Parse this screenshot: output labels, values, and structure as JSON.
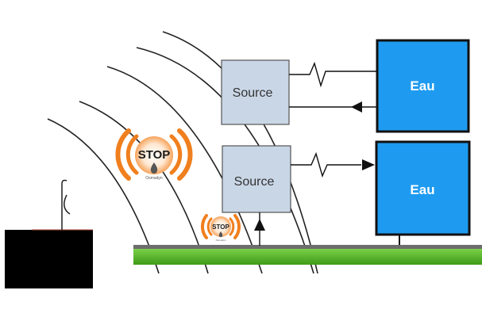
{
  "diagram": {
    "sources": [
      {
        "label": "Source"
      },
      {
        "label": "Source"
      }
    ],
    "tanks": [
      {
        "label": "Eau"
      },
      {
        "label": "Eau"
      }
    ],
    "stop_badges": [
      {
        "text": "STOP",
        "brand": "Osmadyn"
      },
      {
        "text": "STOP",
        "brand": "Osmadyn"
      }
    ],
    "colors": {
      "tank_fill": "#1e9bf0",
      "tank_border": "#111111",
      "source_fill": "#c9d6e6",
      "ground_green": "#58c026",
      "ground_grey": "#6d6d6d",
      "stop_orange": "#f07f1e",
      "transmitter": "#000000"
    },
    "icons": [
      "signal-wave-icon",
      "droplet-icon",
      "arrow-right-icon",
      "arrow-left-icon",
      "arrow-up-icon",
      "antenna-icon"
    ]
  }
}
